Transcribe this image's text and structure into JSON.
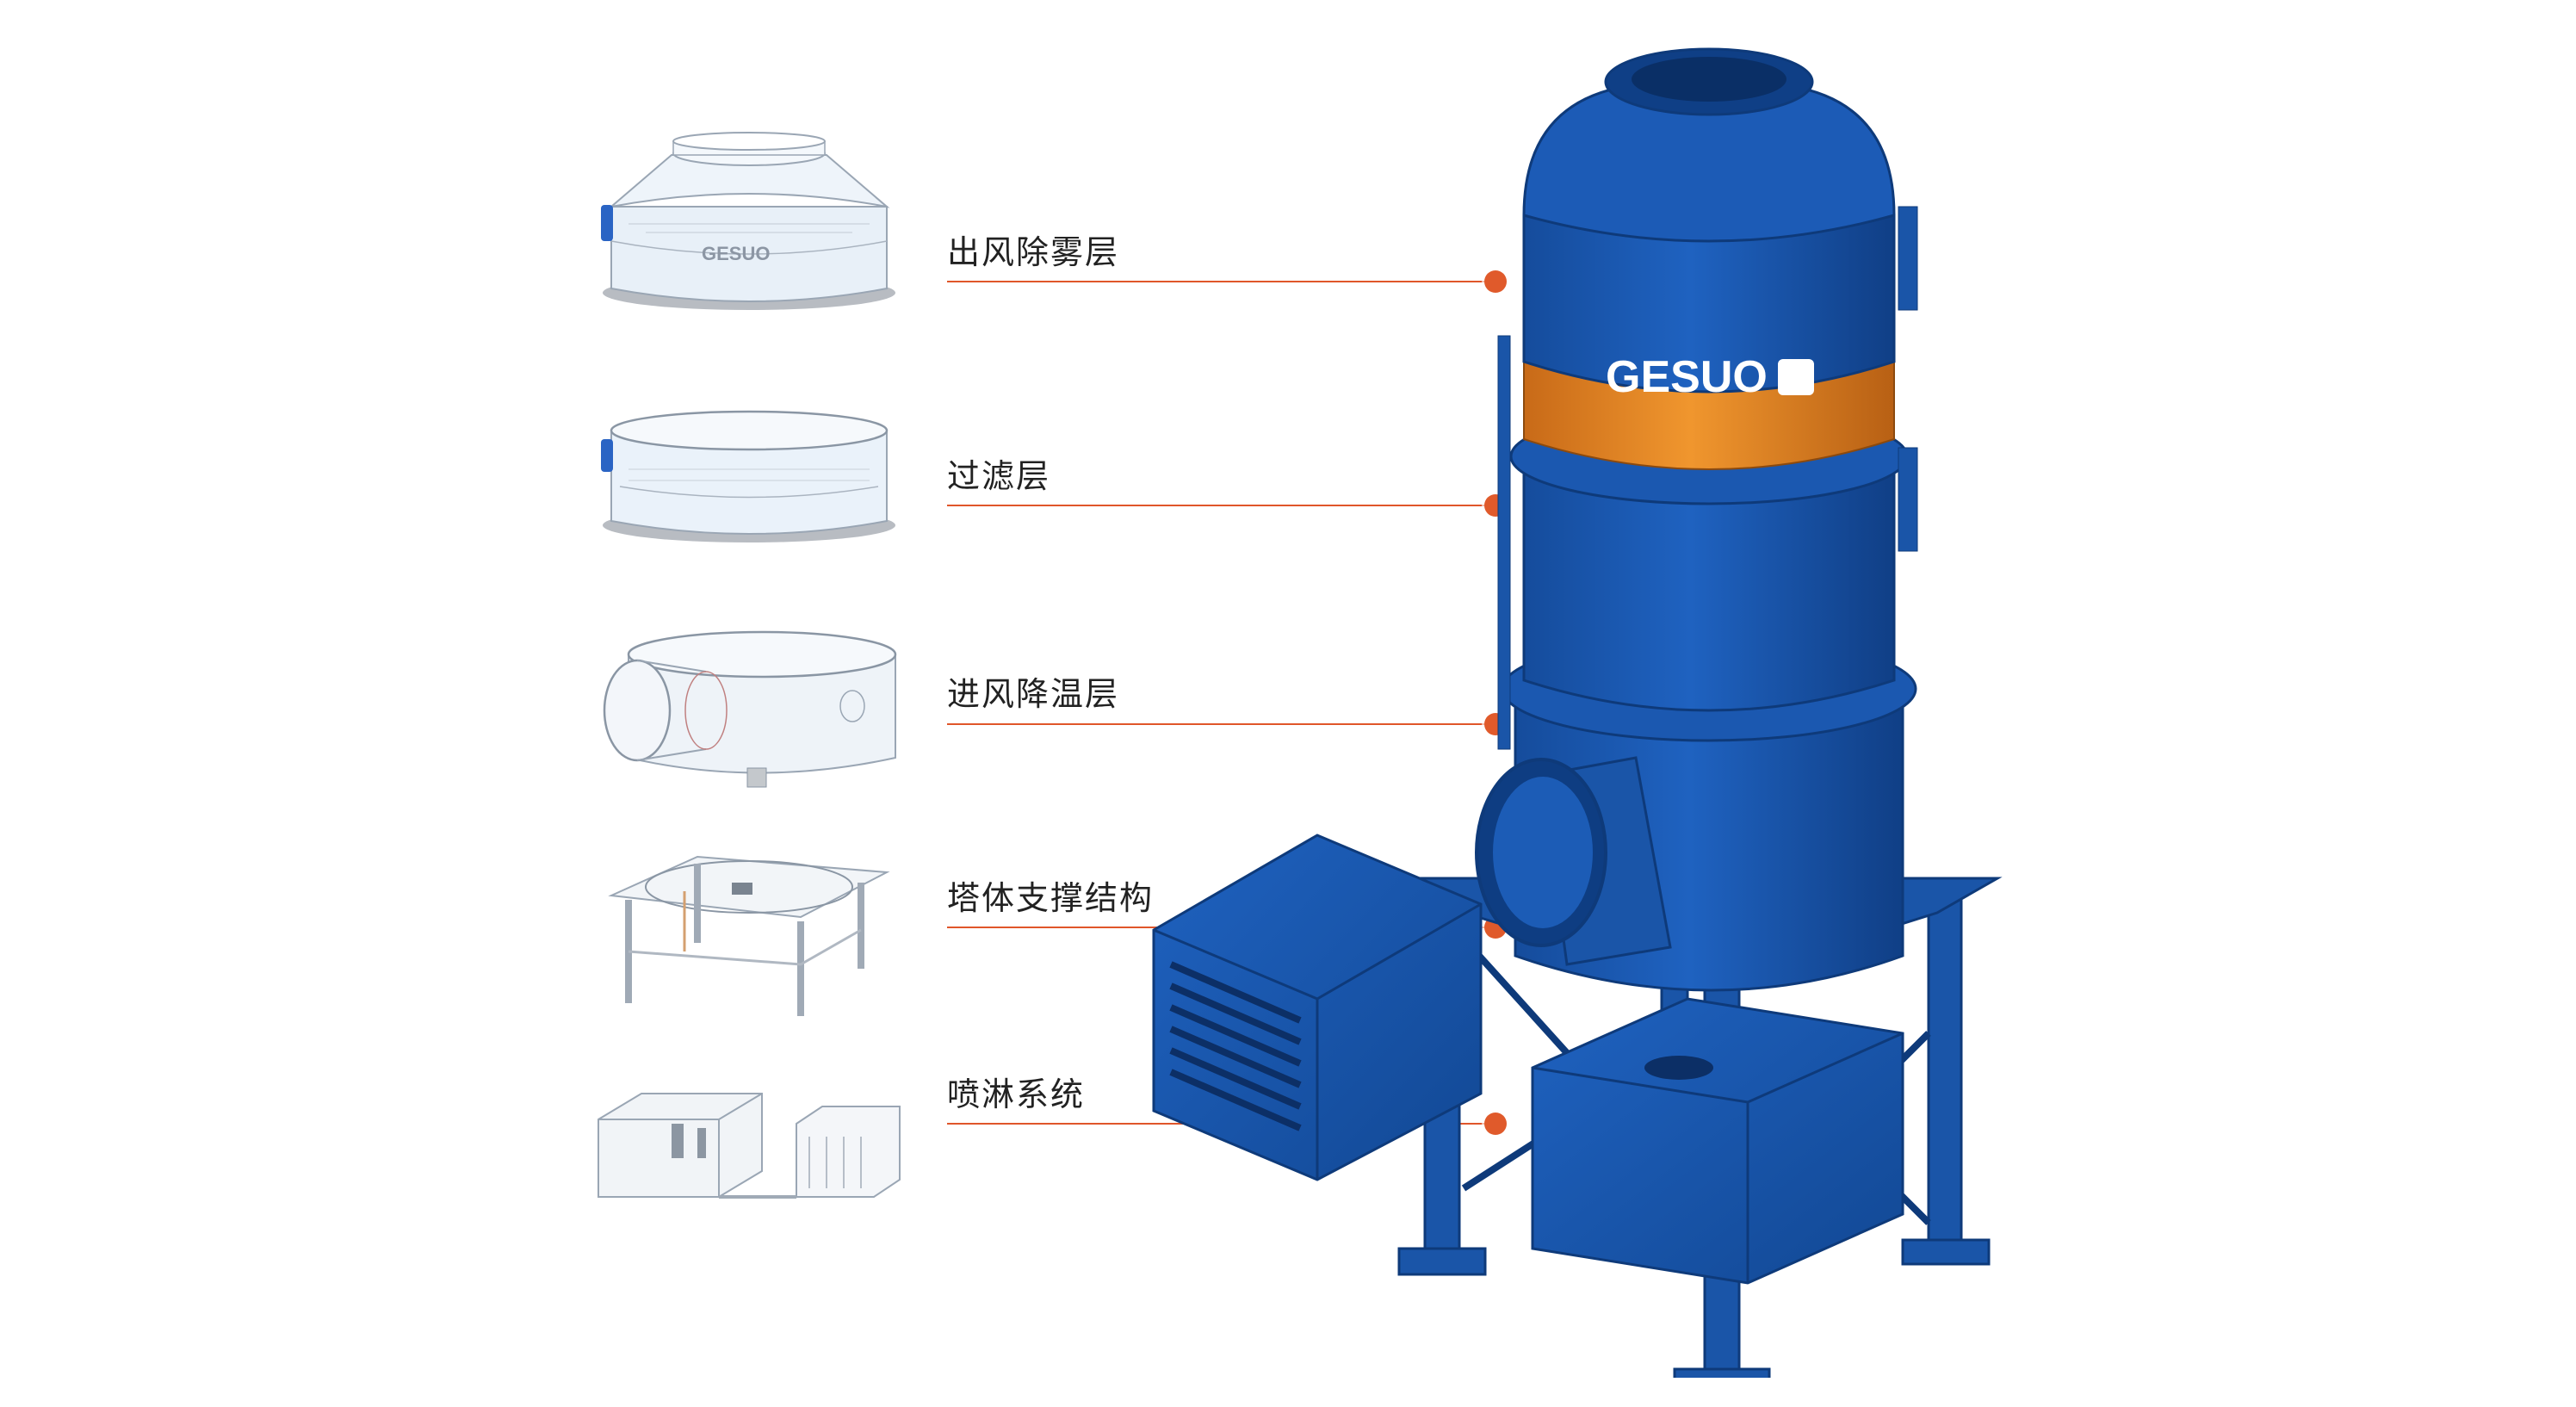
{
  "brand": {
    "logo_text": "GESUO"
  },
  "components": [
    {
      "id": "outlet-demister",
      "label": "出风除雾层"
    },
    {
      "id": "filter",
      "label": "过滤层"
    },
    {
      "id": "inlet-cooling",
      "label": "进风降温层"
    },
    {
      "id": "support",
      "label": "塔体支撑结构"
    },
    {
      "id": "spray",
      "label": "喷淋系统"
    }
  ],
  "colors": {
    "tower_blue": "#1d5cb4",
    "band_orange": "#e58a28",
    "leader_red": "#e0562a"
  }
}
